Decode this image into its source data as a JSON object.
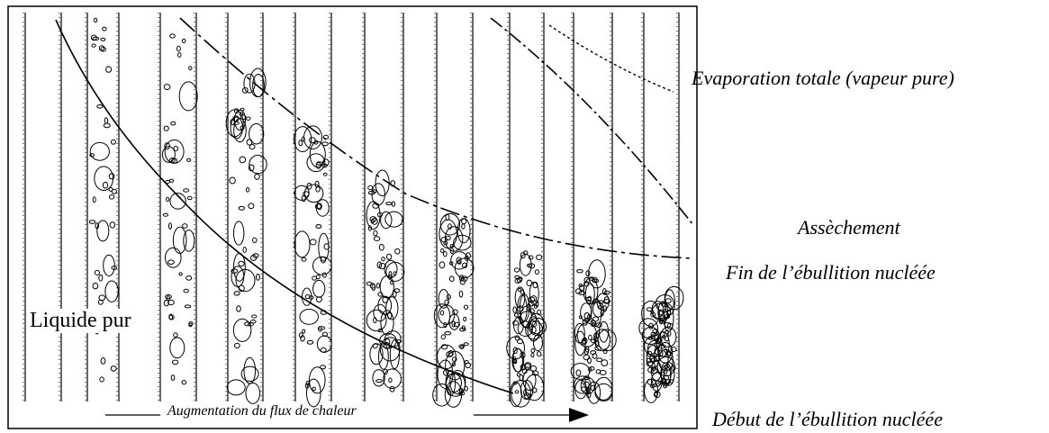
{
  "labels": {
    "evaporation": "Evaporation totale (vapeur pure)",
    "assechement": "Assèchement",
    "fin_ebullition": "Fin de l’ébullition nucléée",
    "debut_ebullition": "Début de l’ébullition nucléée",
    "liquide_pur": "Liquide pur",
    "arrow_caption": "Augmentation du flux de chaleur"
  },
  "colors": {
    "ink": "#000000",
    "background": "#ffffff"
  }
}
